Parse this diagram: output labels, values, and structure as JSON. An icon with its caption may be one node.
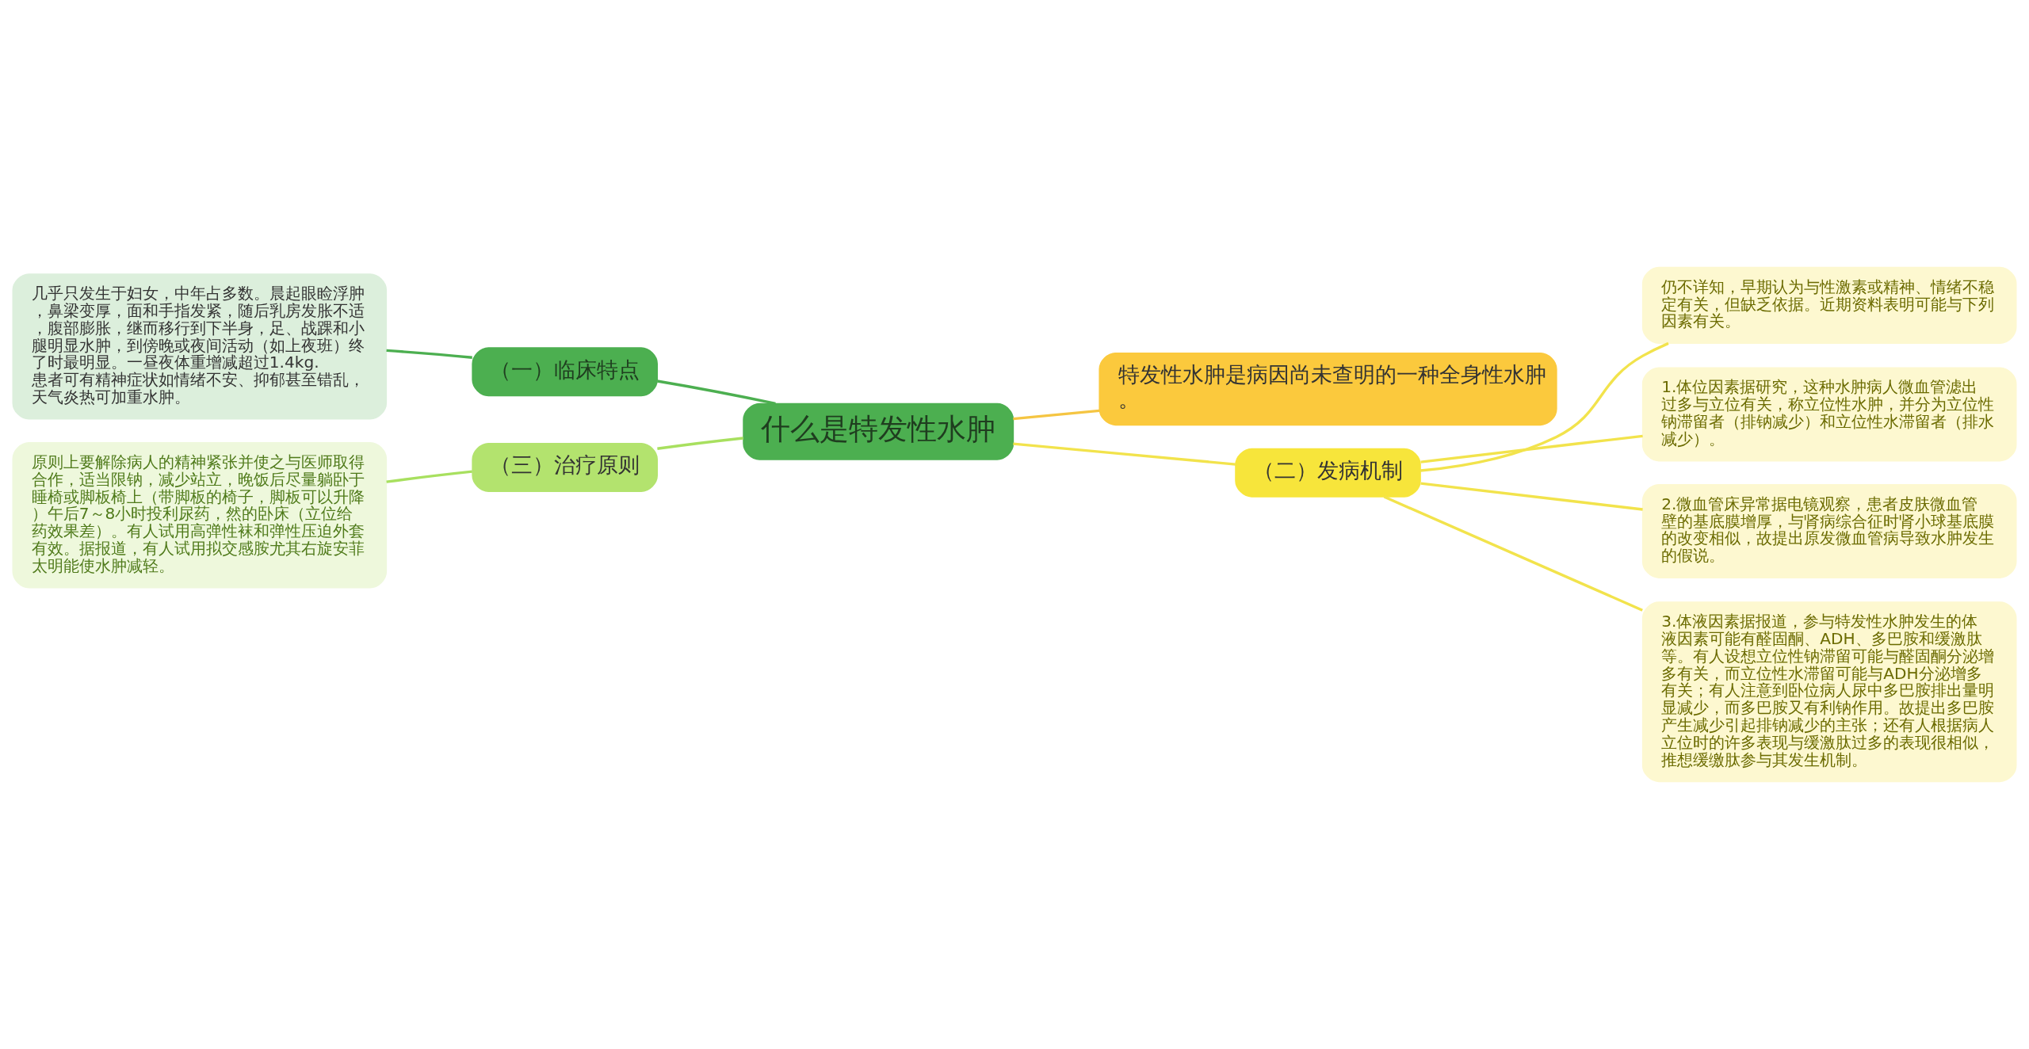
{
  "diagram": {
    "nodes": [
      {
        "text": [
          "什么是特发性水肿"
        ]
      },
      {
        "text": [
          "特发性水肿是病因尚未查明的一种全身性水肿。"
        ]
      },
      {
        "text": [
          "（一）临床特点"
        ]
      },
      {
        "text": [
          "几乎只发生于妇女，中年占多数。晨起眼睑浮肿，鼻梁变厚，面和手指发紧，随后乳房发胀不适，腹部膨胀，继而移行到下半身，足、战踝和小腿明显水肿，到傍晚或夜间活动（如上夜班）终了时最明显。一昼夜体重增减超过1.4kg.患者可有精神症状如情绪不安、抑郁甚至错乱，天气炎热可加重水肿。"
        ]
      },
      {
        "text": [
          "（二）发病机制"
        ]
      },
      {
        "text": [
          "仍不详知，早期认为与性激素或精神、情绪不稳定有关，但缺乏依据。近期资料表明可能与下列因素有关。"
        ]
      },
      {
        "text": [
          "1.体位因素据研究，这种水肿病人微血管滤出过多与立位有关，称立位性水肿，并分为立位性钠滞留者（排钠减少）和立位性水滞留者（排水减少）。"
        ]
      },
      {
        "text": [
          "2.微血管床异常据电镜观察，患者皮肤微血管壁的基底膜增厚，与肾病综合征时肾小球基底膜的改变相似，故提出原发微血管病导致水肿发生的假说。"
        ]
      },
      {
        "text": [
          "3.体液因素据报道，参与特发性水肿发生的体液因素可能有醛固酮、ADH、多巴胺和缓激肽等。有人设想立位性钠滞留可能与醛固酮分泌增多有关，而立位性水滞留可能与ADH分泌增多有关；有人注意到卧位病人尿中多巴胺排出量明显减少，而多巴胺又有利钠作用。故提出多巴胺产生减少引起排钠减少的主张；还有人根据病人立位时的许多表现与缓激肽过多的表现很相似，推想缓缴肽参与其发生机制。"
        ]
      },
      {
        "text": [
          "（三）治疗原则"
        ]
      },
      {
        "text": [
          "原则上要解除病人的精神紧张并使之与医师取得合作，适当限钠，减少站立，晚饭后尽量躺卧于睡椅或脚板椅上（带脚板的椅子，脚板可以升降）午后7～8小时投利尿药，然的卧床（立位给药效果差）。有人试用高弹性袜和弹性压迫外套有效。据报道，有人试用拟交感胺尤其右旋安菲太明能使水肿减轻。"
        ]
      }
    ],
    "edges": [
      {
        "from": 0,
        "to": 1,
        "arrow": "none",
        "color": "#f5c542"
      },
      {
        "from": 0,
        "to": 2,
        "arrow": "none",
        "color": "#4caf50"
      },
      {
        "from": 2,
        "to": 3,
        "arrow": "none",
        "color": "#4caf50"
      },
      {
        "from": 0,
        "to": 4,
        "arrow": "none",
        "color": "#f2e34c"
      },
      {
        "from": 4,
        "to": 5,
        "arrow": "none",
        "color": "#f2e34c"
      },
      {
        "from": 4,
        "to": 6,
        "arrow": "none",
        "color": "#f2e34c"
      },
      {
        "from": 4,
        "to": 7,
        "arrow": "none",
        "color": "#f2e34c"
      },
      {
        "from": 4,
        "to": 8,
        "arrow": "none",
        "color": "#f2e34c"
      },
      {
        "from": 0,
        "to": 9,
        "arrow": "none",
        "color": "#a8e05f"
      },
      {
        "from": 9,
        "to": 10,
        "arrow": "none",
        "color": "#a8e05f"
      }
    ]
  }
}
